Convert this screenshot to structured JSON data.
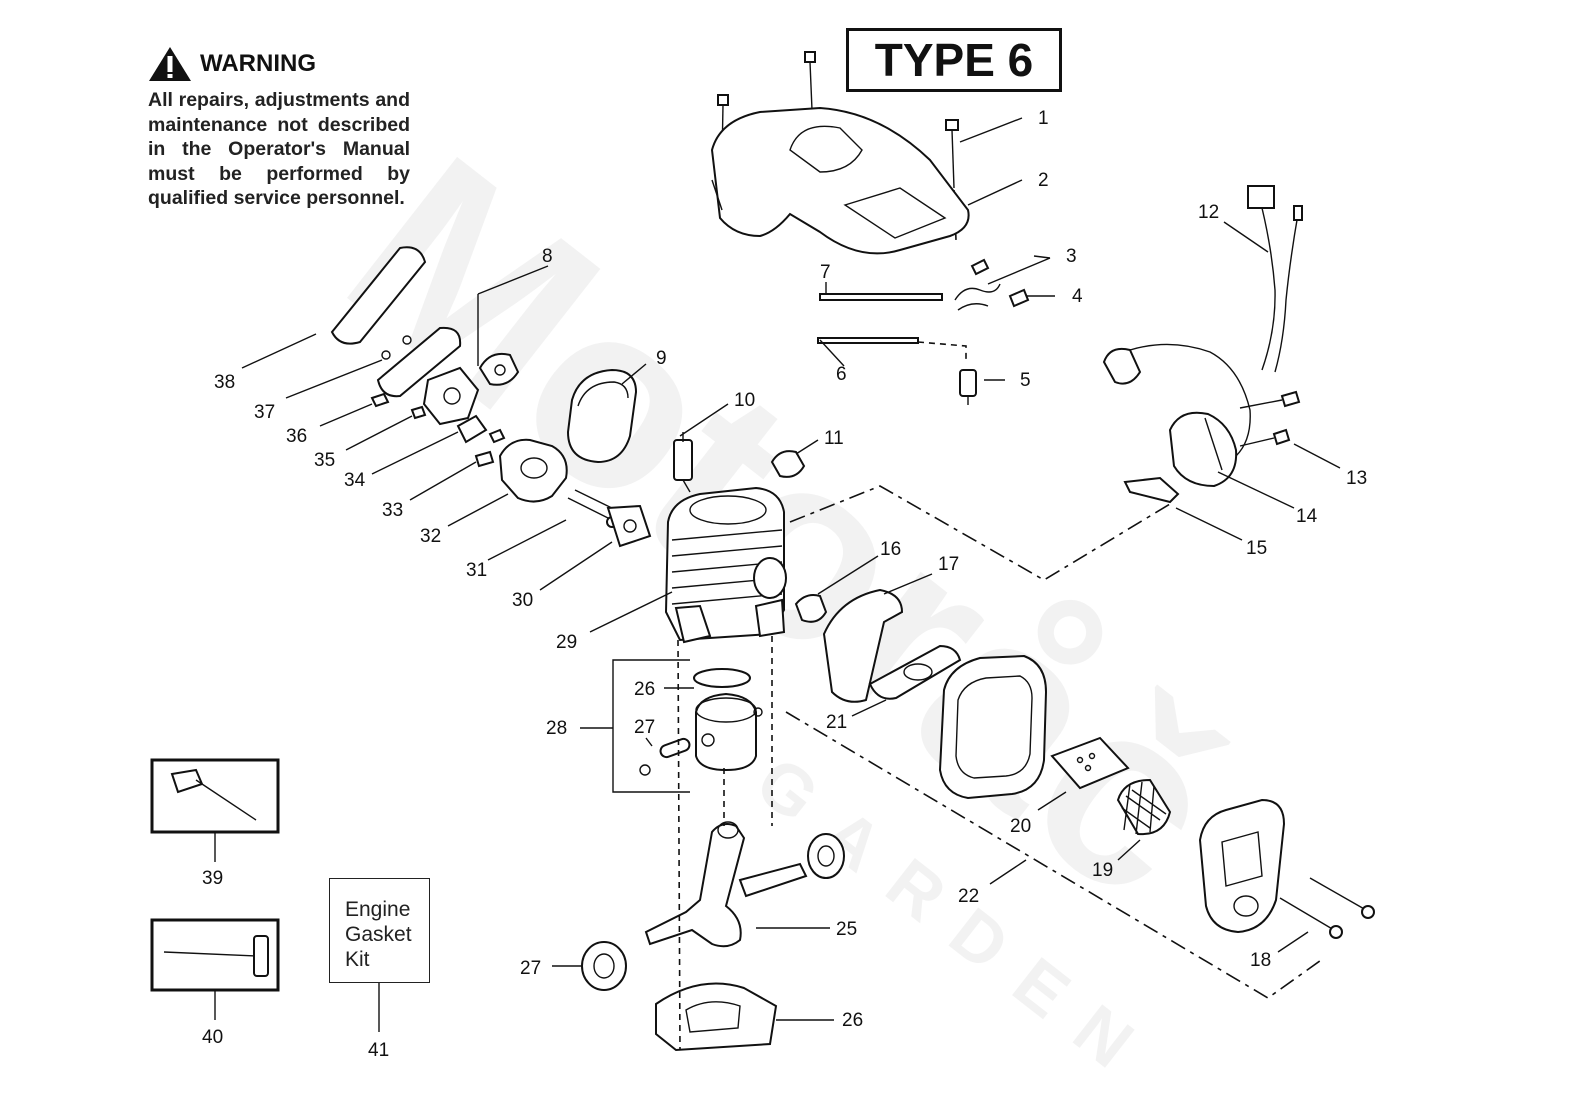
{
  "warning": {
    "title": "WARNING",
    "body": "All repairs, adjustments and maintenance not described in the Operator's Manual must be performed by qualified service personnel.",
    "icon": "warning-triangle-icon"
  },
  "type_label": "TYPE 6",
  "kit_label": [
    "Engine",
    "Gasket",
    "Kit"
  ],
  "watermark": {
    "main": "Motoråč",
    "sub": "GARDEN"
  },
  "callouts": [
    "1",
    "2",
    "3",
    "4",
    "5",
    "6",
    "7",
    "8",
    "9",
    "10",
    "11",
    "12",
    "13",
    "14",
    "15",
    "16",
    "17",
    "18",
    "19",
    "20",
    "21",
    "22",
    "25",
    "26",
    "26",
    "27",
    "27",
    "28",
    "29",
    "30",
    "31",
    "32",
    "33",
    "34",
    "35",
    "36",
    "37",
    "38",
    "39",
    "40",
    "41"
  ]
}
